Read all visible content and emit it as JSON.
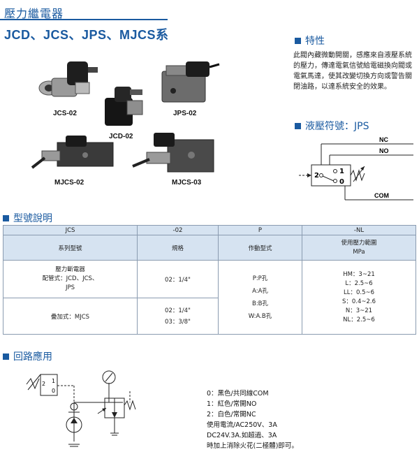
{
  "header": {
    "title": "壓力繼電器",
    "series": "JCD、JCS、JPS、MJCS系"
  },
  "products": [
    {
      "label": "JCS-02"
    },
    {
      "label": "JCD-02"
    },
    {
      "label": "JPS-02"
    },
    {
      "label": "MJCS-02"
    },
    {
      "label": "MJCS-03"
    }
  ],
  "features": {
    "heading": "特性",
    "text": "此閥內藏微動開關，感應來自液壓系統的壓力，傳達電氣信號給電磁換向閥或電氣馬達，使其改變切換方向或警告關閉油路，以達系統安全的效果。"
  },
  "symbol": {
    "heading": "液壓符號：JPS",
    "nc": "NC",
    "no": "NO",
    "com": "COM",
    "pos2": "2",
    "pos1": "1",
    "pos0": "0"
  },
  "model": {
    "heading": "型號說明",
    "headers": [
      "JCS",
      "-02",
      "P",
      "-NL"
    ],
    "subheaders": [
      "系列型號",
      "規格",
      "作動型式",
      "使用壓力範圍\nMPa"
    ],
    "row1": {
      "series": "壓力斷電器\n配管式：JCD、JCS、\nJPS",
      "spec": "02：1/4\""
    },
    "row2": {
      "series": "疊加式：MJCS",
      "spec": "02：1/4\"\n03：3/8\""
    },
    "action": "P:P孔\nA:A孔\nB:B孔\nW:A.B孔",
    "range": "HM：3~21\nL：2.5~6\nLL：0.5~6\nS：0.4~2.6\nN：3~21\nNL：2.5~6"
  },
  "circuit": {
    "heading": "回路應用",
    "legend": [
      "0：黑色/共同線COM",
      "1：紅色/常開NO",
      "2：白色/常開NC",
      "使用電流/AC250V、3A",
      "DC24V.3A.如超過、3A",
      "時加上消除火花(二極體)即可。"
    ],
    "legend_pos0": "0",
    "legend_pos1": "1",
    "legend_pos2": "2"
  }
}
